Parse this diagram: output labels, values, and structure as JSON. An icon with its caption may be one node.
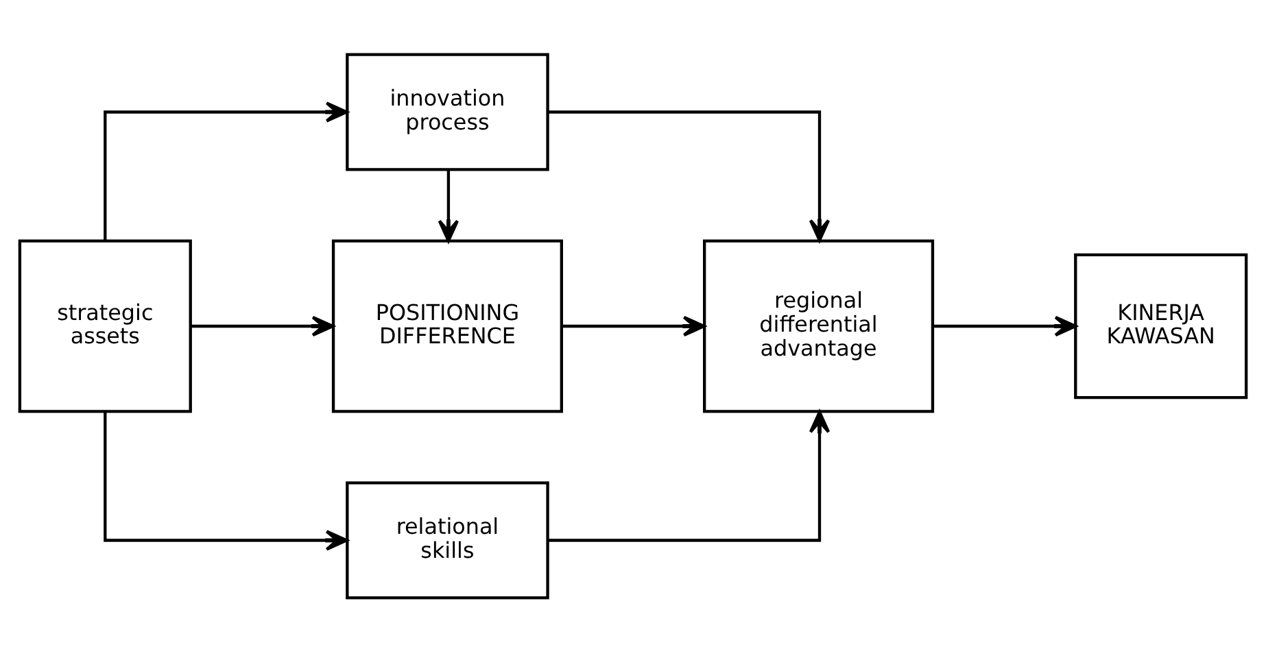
{
  "diagram": {
    "nodes": [
      {
        "text": [
          "strategic assets"
        ]
      },
      {
        "text": [
          "innovation process"
        ]
      },
      {
        "text": [
          "POSITIONING DIFFERENCE"
        ]
      },
      {
        "text": [
          "relational skills"
        ]
      },
      {
        "text": [
          "regional differential advantage"
        ]
      },
      {
        "text": [
          "KINERJA KAWASAN"
        ]
      }
    ],
    "edges": [
      {
        "from": 0,
        "to": 1,
        "arrow": "to"
      },
      {
        "from": 0,
        "to": 2,
        "arrow": "to"
      },
      {
        "from": 0,
        "to": 3,
        "arrow": "to"
      },
      {
        "from": 1,
        "to": 2,
        "arrow": "to"
      },
      {
        "from": 1,
        "to": 4,
        "arrow": "to"
      },
      {
        "from": 2,
        "to": 4,
        "arrow": "to"
      },
      {
        "from": 3,
        "to": 4,
        "arrow": "to"
      },
      {
        "from": 4,
        "to": 5,
        "arrow": "to"
      }
    ]
  }
}
